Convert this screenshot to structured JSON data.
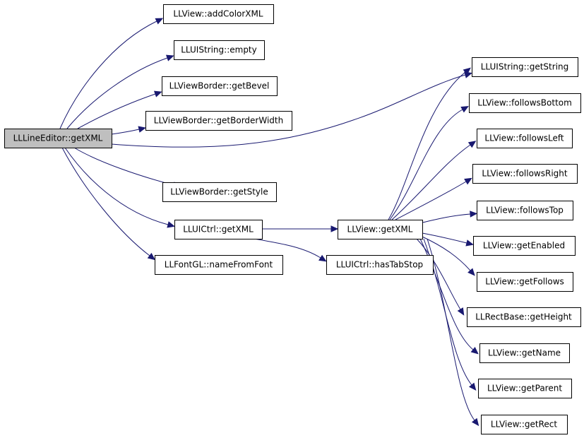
{
  "nodes": [
    {
      "id": "n0",
      "label": "LLLineEditor::getXML"
    },
    {
      "id": "n1",
      "label": "LLView::addColorXML"
    },
    {
      "id": "n2",
      "label": "LLUIString::empty"
    },
    {
      "id": "n3",
      "label": "LLViewBorder::getBevel"
    },
    {
      "id": "n4",
      "label": "LLViewBorder::getBorderWidth"
    },
    {
      "id": "n5",
      "label": "LLViewBorder::getStyle"
    },
    {
      "id": "n6",
      "label": "LLUICtrl::getXML"
    },
    {
      "id": "n7",
      "label": "LLFontGL::nameFromFont"
    },
    {
      "id": "n8",
      "label": "LLView::getXML"
    },
    {
      "id": "n9",
      "label": "LLUICtrl::hasTabStop"
    },
    {
      "id": "n10",
      "label": "LLUIString::getString"
    },
    {
      "id": "n11",
      "label": "LLView::followsBottom"
    },
    {
      "id": "n12",
      "label": "LLView::followsLeft"
    },
    {
      "id": "n13",
      "label": "LLView::followsRight"
    },
    {
      "id": "n14",
      "label": "LLView::followsTop"
    },
    {
      "id": "n15",
      "label": "LLView::getEnabled"
    },
    {
      "id": "n16",
      "label": "LLView::getFollows"
    },
    {
      "id": "n17",
      "label": "LLRectBase::getHeight"
    },
    {
      "id": "n18",
      "label": "LLView::getName"
    },
    {
      "id": "n19",
      "label": "LLView::getParent"
    },
    {
      "id": "n20",
      "label": "LLView::getRect"
    }
  ],
  "edges": [
    {
      "from": "n0",
      "to": "n1"
    },
    {
      "from": "n0",
      "to": "n2"
    },
    {
      "from": "n0",
      "to": "n3"
    },
    {
      "from": "n0",
      "to": "n4"
    },
    {
      "from": "n0",
      "to": "n10"
    },
    {
      "from": "n0",
      "to": "n5"
    },
    {
      "from": "n0",
      "to": "n6"
    },
    {
      "from": "n0",
      "to": "n7"
    },
    {
      "from": "n6",
      "to": "n8"
    },
    {
      "from": "n6",
      "to": "n9"
    },
    {
      "from": "n8",
      "to": "n10"
    },
    {
      "from": "n8",
      "to": "n11"
    },
    {
      "from": "n8",
      "to": "n12"
    },
    {
      "from": "n8",
      "to": "n13"
    },
    {
      "from": "n8",
      "to": "n14"
    },
    {
      "from": "n8",
      "to": "n15"
    },
    {
      "from": "n8",
      "to": "n16"
    },
    {
      "from": "n8",
      "to": "n17"
    },
    {
      "from": "n8",
      "to": "n18"
    },
    {
      "from": "n8",
      "to": "n19"
    },
    {
      "from": "n8",
      "to": "n20"
    }
  ],
  "colors": {
    "edge": "#191970",
    "root_fill": "#bfbfbf",
    "node_fill": "#ffffff",
    "node_border": "#000000"
  }
}
